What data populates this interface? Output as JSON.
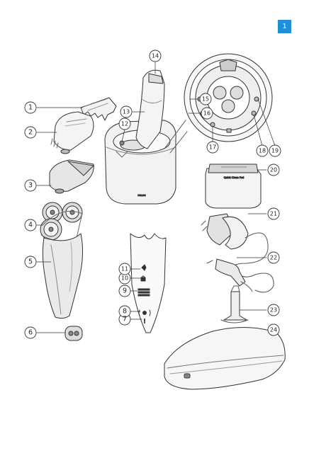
{
  "page_number": "1",
  "callouts": {
    "c1": "1",
    "c2": "2",
    "c3": "3",
    "c4": "4",
    "c5": "5",
    "c6": "6",
    "c7": "7",
    "c8": "8",
    "c9": "9",
    "c10": "10",
    "c11": "11",
    "c12": "12",
    "c13": "13",
    "c14": "14",
    "c15": "15",
    "c16": "16",
    "c17": "17",
    "c18": "18",
    "c19": "19",
    "c20": "20",
    "c21": "21",
    "c22": "22",
    "c23": "23",
    "c24": "24"
  },
  "labels": {
    "station_brand": "PHILIPS",
    "cartridge_label": "Quick Clean Pod",
    "alert_symbol": "!"
  },
  "icons": {
    "travel_lock": "lock-icon",
    "cleaning": "faucet-icon",
    "battery": "battery-level-icon",
    "charging": "charging-signal-icon",
    "alert": "exclamation-icon"
  }
}
